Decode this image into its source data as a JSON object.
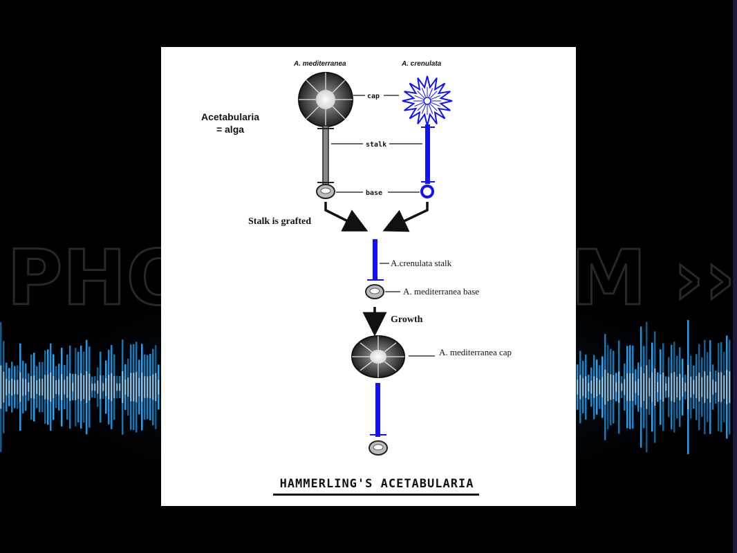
{
  "header": {
    "species_left": "A. mediterranea",
    "species_right": "A. crenulata"
  },
  "side_note": {
    "line1": "Acetabularia",
    "line2": "= alga"
  },
  "part_labels": {
    "cap": "cap",
    "stalk": "stalk",
    "base": "base"
  },
  "steps": {
    "grafted": "Stalk is grafted",
    "stalk_label": "A.crenulata stalk",
    "base_label": "A. mediterranea base",
    "growth": "Growth",
    "cap_label": "A. mediterranea cap"
  },
  "footer": {
    "title": "HAMMERLING'S ACETABULARIA"
  },
  "background": {
    "watermark": "PHOTO FORUM ›› ™",
    "colors": {
      "wave": "#29a8ff",
      "wave_core": "#bfe9ff",
      "page": "#000000"
    }
  },
  "colors": {
    "crenulata": "#1010ff",
    "mediterranea": "#444444",
    "panel": "#ffffff"
  }
}
